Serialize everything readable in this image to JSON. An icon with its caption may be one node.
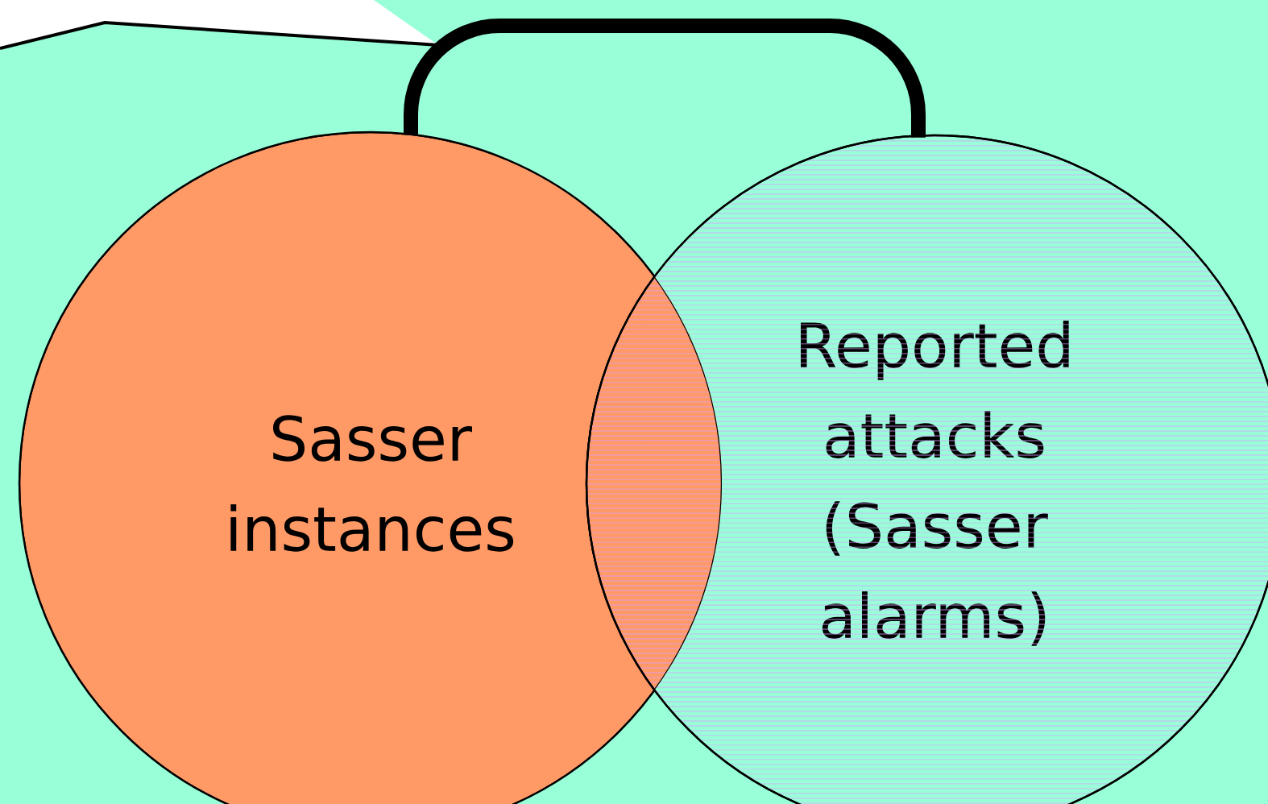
{
  "diagram": {
    "nodes": [
      {
        "text": [
          "Sasser instances"
        ]
      },
      {
        "text": [
          "Reported attacks (Sasser alarms)"
        ]
      }
    ],
    "edges": [
      {
        "from": 0,
        "to": 1,
        "arrow": "none"
      }
    ]
  }
}
